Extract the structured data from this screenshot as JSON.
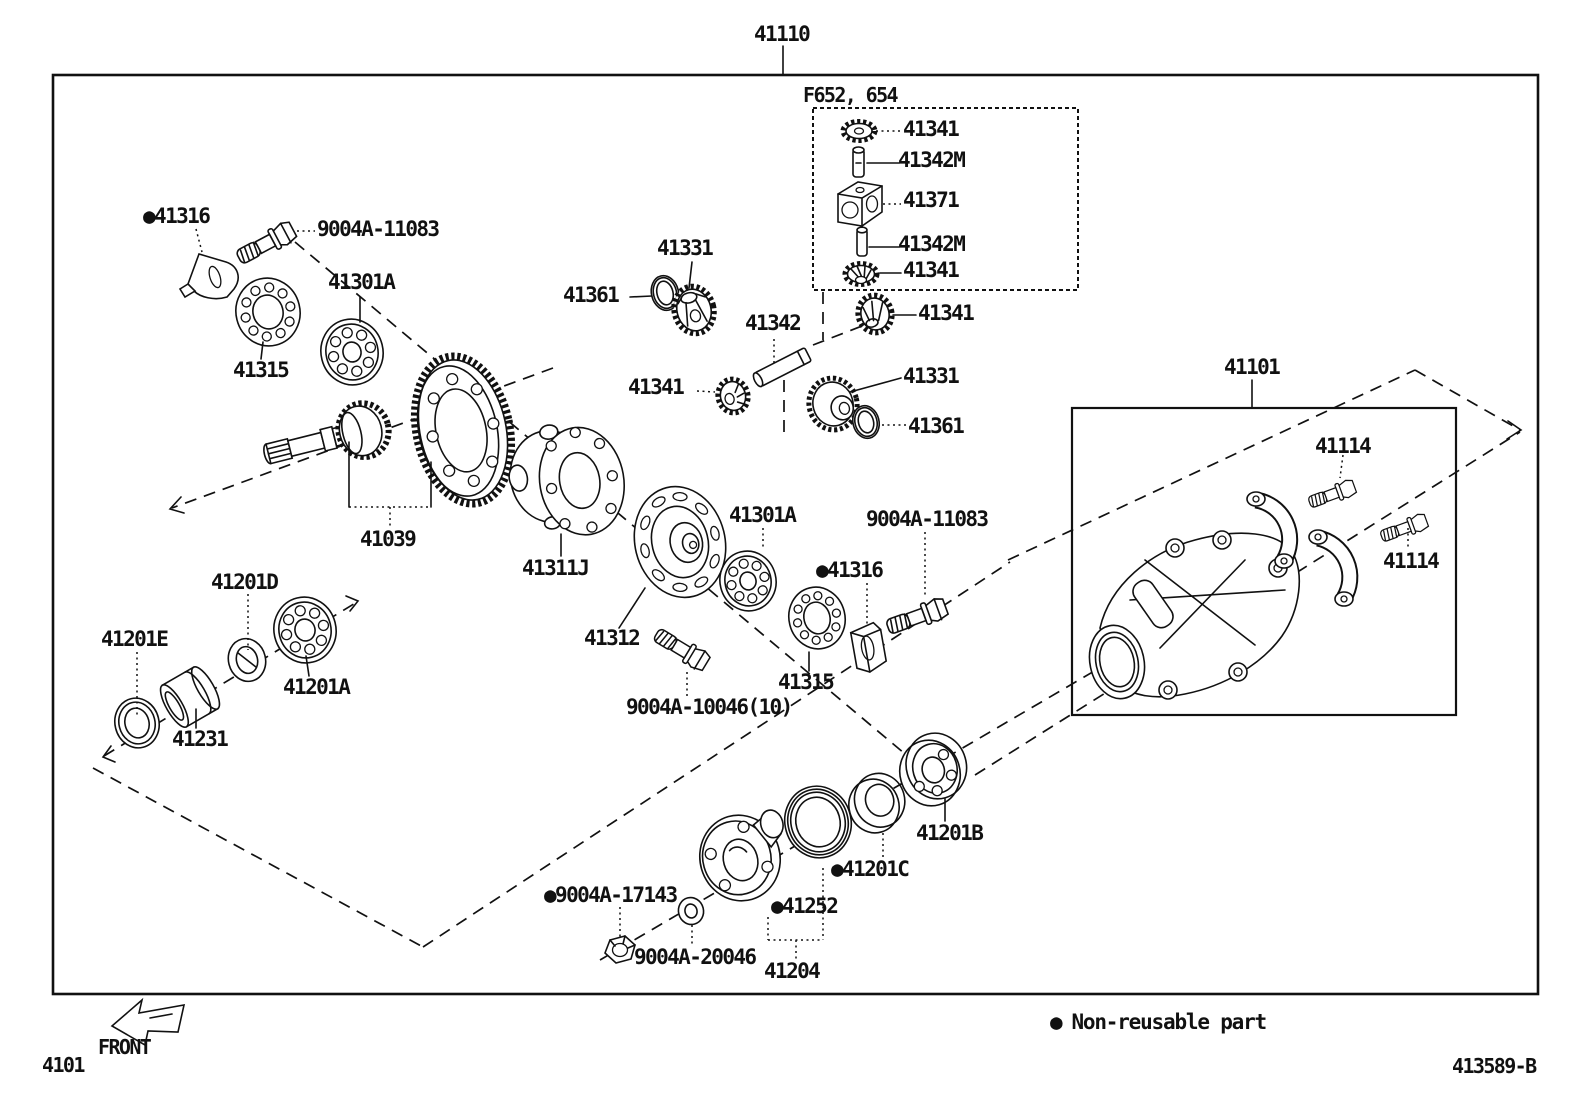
{
  "page": {
    "figure_number": "41110",
    "inset_caption": "F652, 654",
    "front_indicator": "FRONT",
    "page_code": "4101",
    "drawing_number": "413589-B",
    "legend_bullet": "●",
    "legend_text": "Non-reusable part",
    "line_color": "#111111",
    "background_color": "#ffffff"
  },
  "labels": {
    "b41341a": "41341",
    "b41342ma": "41342M",
    "b41371": "41371",
    "b41342mb": "41342M",
    "b41341b": "41341",
    "t41316": "●41316",
    "t9004a11083": "9004A-11083",
    "t41301a": "41301A",
    "t41315": "41315",
    "m41331": "41331",
    "m41361": "41361",
    "m41342": "41342",
    "m41341": "41341",
    "r41341": "41341",
    "r41331": "41331",
    "r41361": "41361",
    "h41101": "41101",
    "h41114a": "41114",
    "h41114b": "41114",
    "c41039": "41039",
    "c41311j": "41311J",
    "c41301a": "41301A",
    "c9004a11083": "9004A-11083",
    "c41316": "●41316",
    "c41312": "41312",
    "c41315": "41315",
    "c9004a10046": "9004A-10046(10)",
    "d41201d": "41201D",
    "d41201e": "41201E",
    "d41201a": "41201A",
    "d41231": "41231",
    "e41201b": "41201B",
    "e41201c": "●41201C",
    "e41252": "●41252",
    "e41204": "41204",
    "e9004a17143": "●9004A-17143",
    "e9004a20046": "9004A-20046"
  }
}
